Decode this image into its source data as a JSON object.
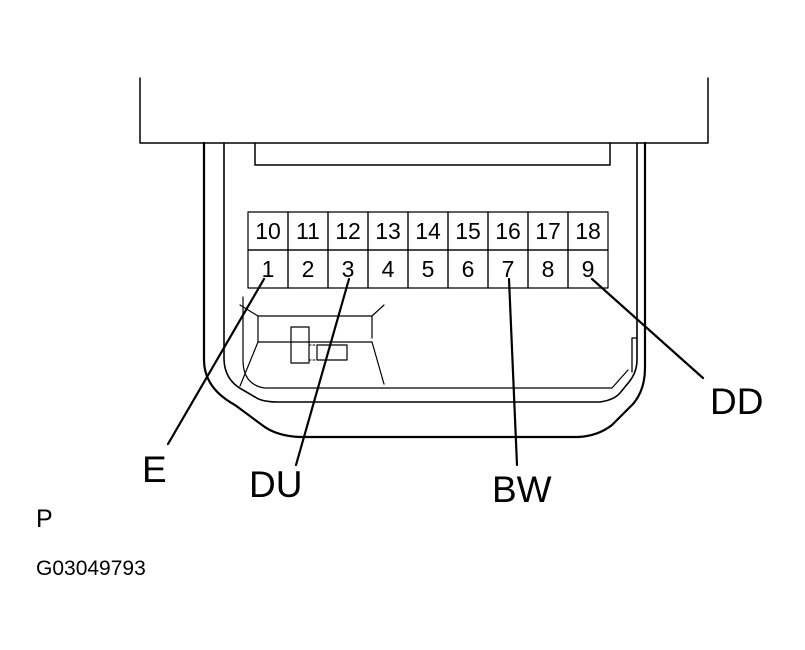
{
  "connector": {
    "top_row": [
      "10",
      "11",
      "12",
      "13",
      "14",
      "15",
      "16",
      "17",
      "18"
    ],
    "bottom_row": [
      "1",
      "2",
      "3",
      "4",
      "5",
      "6",
      "7",
      "8",
      "9"
    ]
  },
  "callouts": {
    "e": "E",
    "du": "DU",
    "bw": "BW",
    "dd": "DD"
  },
  "reference": {
    "letter": "P",
    "code": "G03049793"
  }
}
